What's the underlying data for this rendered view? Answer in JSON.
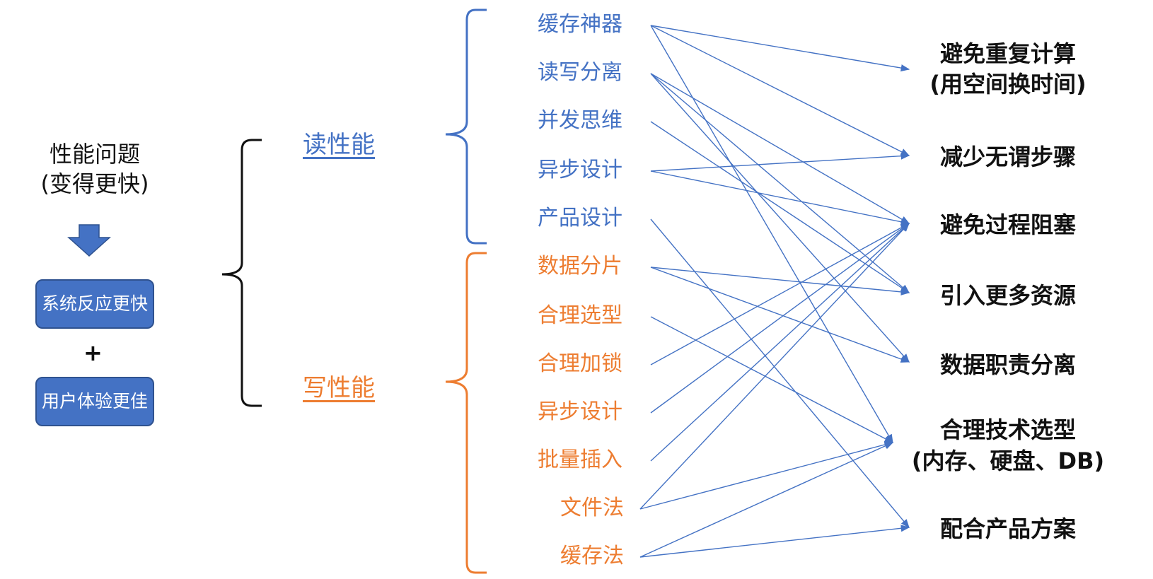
{
  "root": {
    "title_line1": "性能问题",
    "title_line2": "(变得更快)",
    "box1": "系统反应更快",
    "plus": "+",
    "box2": "用户体验更佳"
  },
  "categories": {
    "read": "读性能",
    "write": "写性能"
  },
  "read_levers": [
    "缓存神器",
    "读写分离",
    "并发思维",
    "异步设计",
    "产品设计"
  ],
  "write_levers": [
    "数据分片",
    "合理选型",
    "合理加锁",
    "异步设计",
    "批量插入",
    "文件法",
    "缓存法"
  ],
  "goals": [
    {
      "line1": "避免重复计算",
      "line2": "(用空间换时间)"
    },
    {
      "line1": "减少无谓步骤",
      "line2": ""
    },
    {
      "line1": "避免过程阻塞",
      "line2": ""
    },
    {
      "line1": "引入更多资源",
      "line2": ""
    },
    {
      "line1": "数据职责分离",
      "line2": ""
    },
    {
      "line1": "合理技术选型",
      "line2": "(内存、硬盘、DB)"
    },
    {
      "line1": "配合产品方案",
      "line2": ""
    }
  ],
  "connections": [
    [
      "缓存神器",
      "避免重复计算"
    ],
    [
      "缓存神器",
      "减少无谓步骤"
    ],
    [
      "缓存神器",
      "合理技术选型"
    ],
    [
      "读写分离",
      "避免过程阻塞"
    ],
    [
      "读写分离",
      "引入更多资源"
    ],
    [
      "读写分离",
      "数据职责分离"
    ],
    [
      "并发思维",
      "引入更多资源"
    ],
    [
      "异步设计",
      "减少无谓步骤"
    ],
    [
      "异步设计",
      "避免过程阻塞"
    ],
    [
      "产品设计",
      "配合产品方案"
    ],
    [
      "数据分片",
      "引入更多资源"
    ],
    [
      "数据分片",
      "数据职责分离"
    ],
    [
      "合理选型",
      "合理技术选型"
    ],
    [
      "合理加锁",
      "避免过程阻塞"
    ],
    [
      "异步设计(写)",
      "避免过程阻塞"
    ],
    [
      "批量插入",
      "避免过程阻塞"
    ],
    [
      "文件法",
      "避免过程阻塞"
    ],
    [
      "文件法",
      "合理技术选型"
    ],
    [
      "缓存法",
      "合理技术选型"
    ],
    [
      "缓存法",
      "配合产品方案"
    ]
  ],
  "colors": {
    "read": "#4472C4",
    "write": "#ED7D31",
    "line": "#4472C4",
    "box": "#4472C4",
    "bracket": "#111111"
  }
}
